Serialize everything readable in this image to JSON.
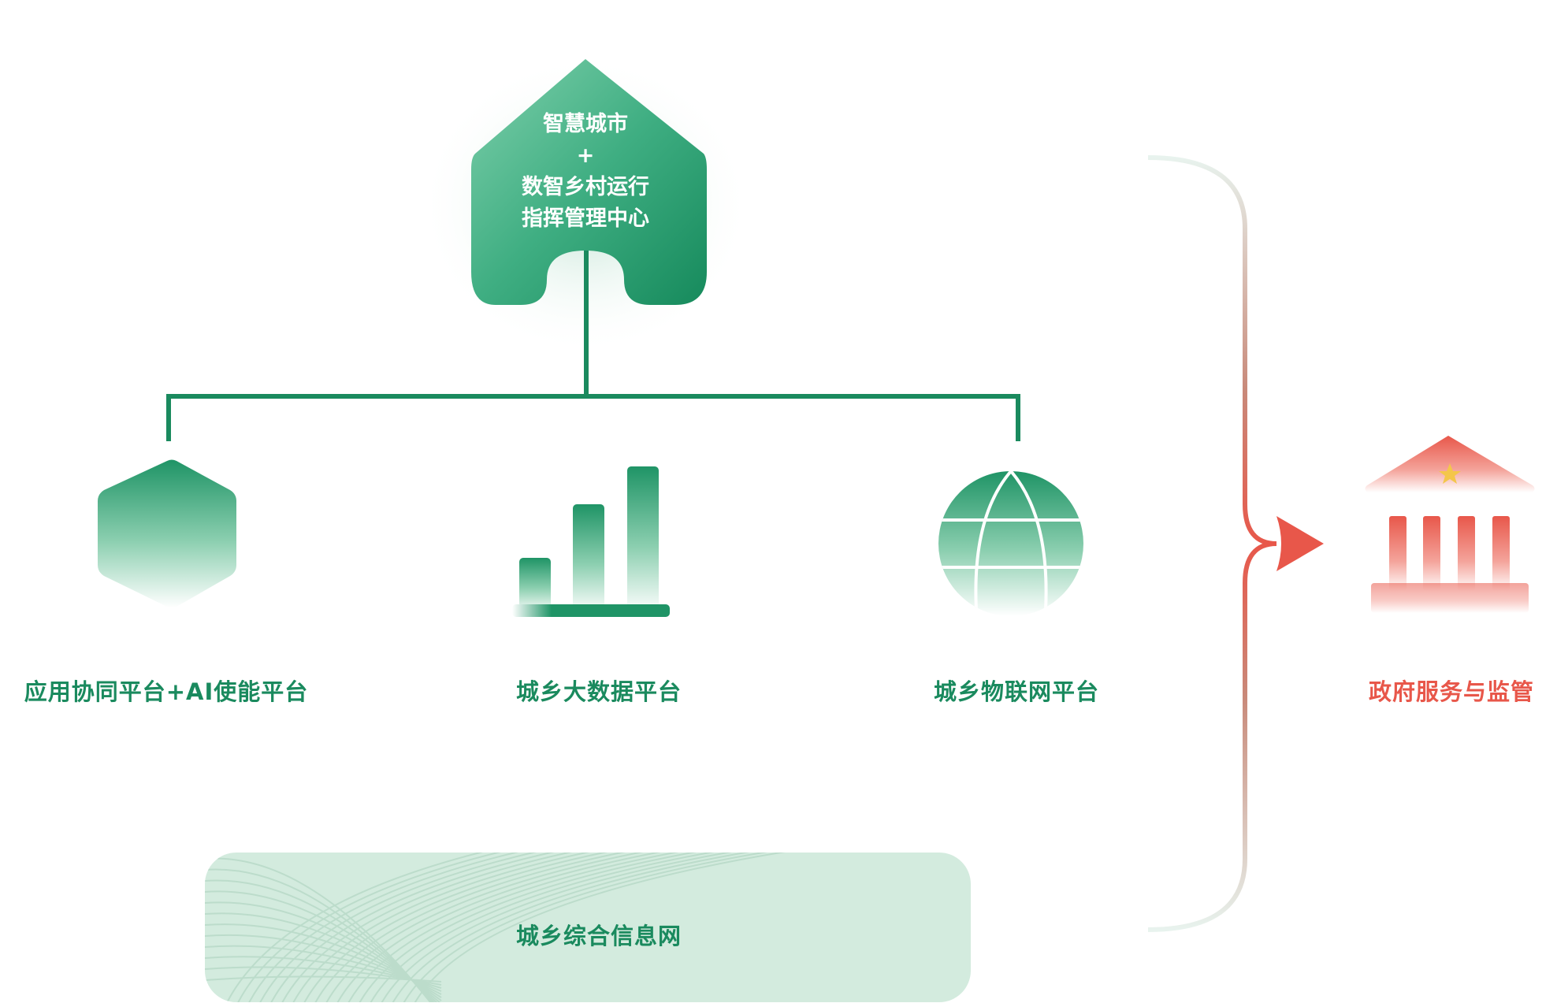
{
  "hub": {
    "line1": "智慧城市",
    "line2": "+",
    "line3": "数智乡村运行",
    "line4": "指挥管理中心"
  },
  "platforms": [
    {
      "label": "应用协同平台+AI使能平台",
      "icon": "hexagon-icon"
    },
    {
      "label": "城乡大数据平台",
      "icon": "bar-chart-icon"
    },
    {
      "label": "城乡物联网平台",
      "icon": "globe-icon"
    }
  ],
  "network": {
    "label": "城乡综合信息网"
  },
  "government": {
    "label": "政府服务与监管",
    "icon": "government-building-icon"
  },
  "colors": {
    "primary_green": "#1a8a5e",
    "accent_red": "#e8574a",
    "light_green": "#d3ebde"
  }
}
